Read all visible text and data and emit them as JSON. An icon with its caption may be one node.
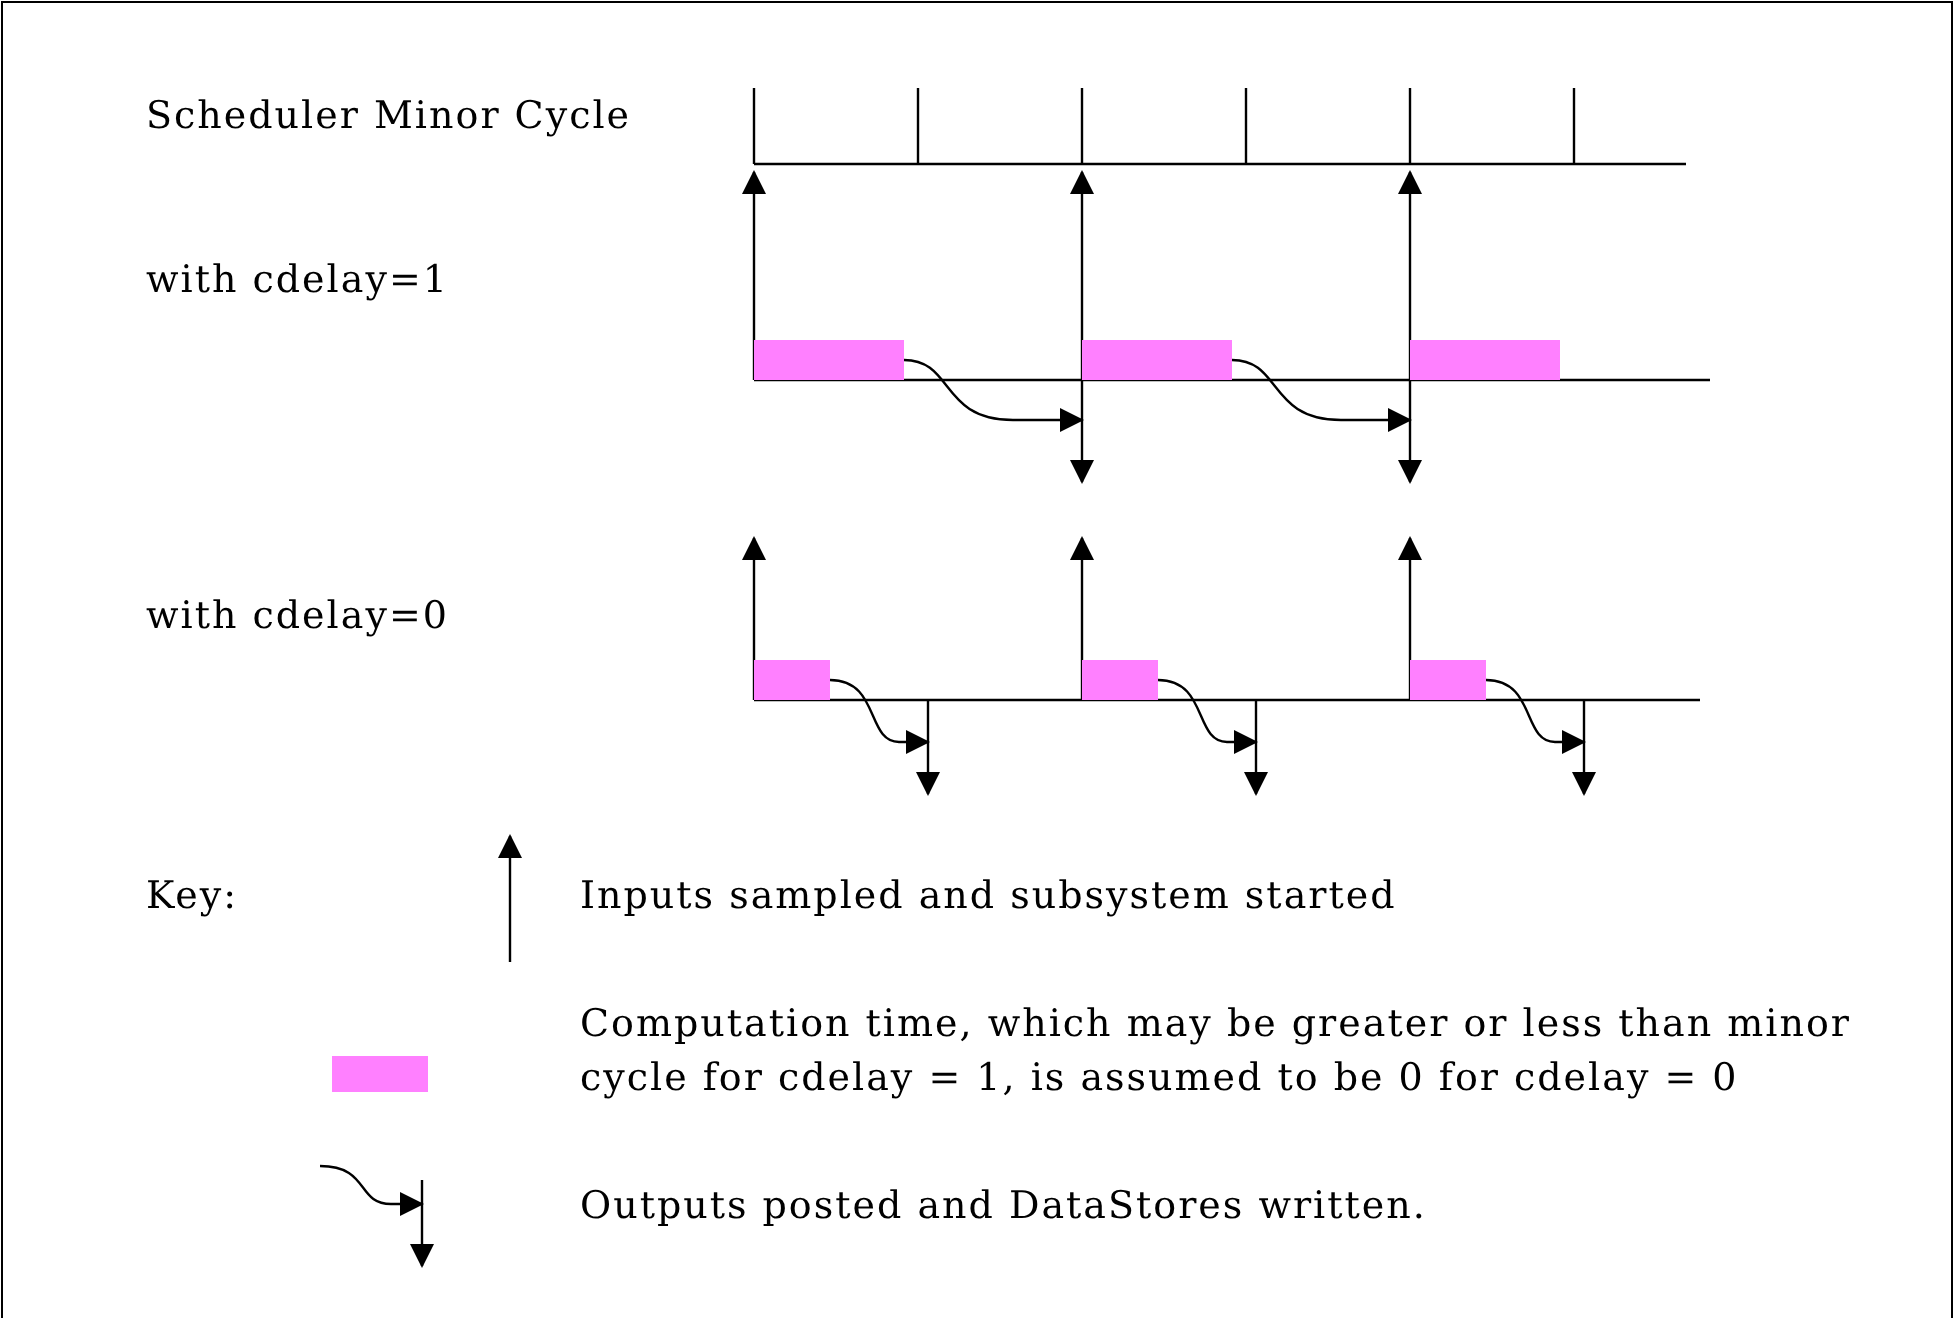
{
  "diagram": {
    "labels": [
      "Scheduler Minor Cycle",
      "with cdelay=1",
      "with cdelay=0",
      "Key:"
    ],
    "legend": [
      {
        "text": "Inputs sampled and subsystem started"
      },
      {
        "text": "Computation time, which may be greater or less than minor cycle for cdelay = 1, is assumed to be 0 for cdelay = 0",
        "color": "#ff80ff"
      },
      {
        "text": "Outputs posted and DataStores written."
      }
    ]
  }
}
